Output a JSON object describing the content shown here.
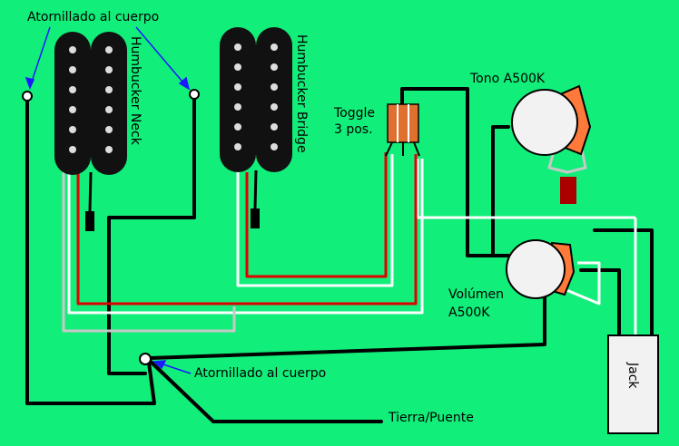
{
  "labels": {
    "screw_top": "Atornillado al cuerpo",
    "screw_bottom": "Atornillado al cuerpo",
    "neck": "Humbucker Neck",
    "bridge": "Humbucker Bridge",
    "toggle_line1": "Toggle",
    "toggle_line2": "3 pos.",
    "tone": "Tono A500K",
    "volume_line1": "Volúmen",
    "volume_line2": "A500K",
    "jack": "Jack",
    "ground": "Tierra/Puente"
  },
  "colors": {
    "background": "#12ee7a",
    "wire_black": "#000000",
    "wire_red": "#e00000",
    "wire_white": "#ffffff",
    "wire_gray": "#c8c8c8",
    "pot_body": "#f2f2f2",
    "pot_lug": "#ff7a3a",
    "capacitor": "#aa0000",
    "arrow": "#1a1aff"
  }
}
